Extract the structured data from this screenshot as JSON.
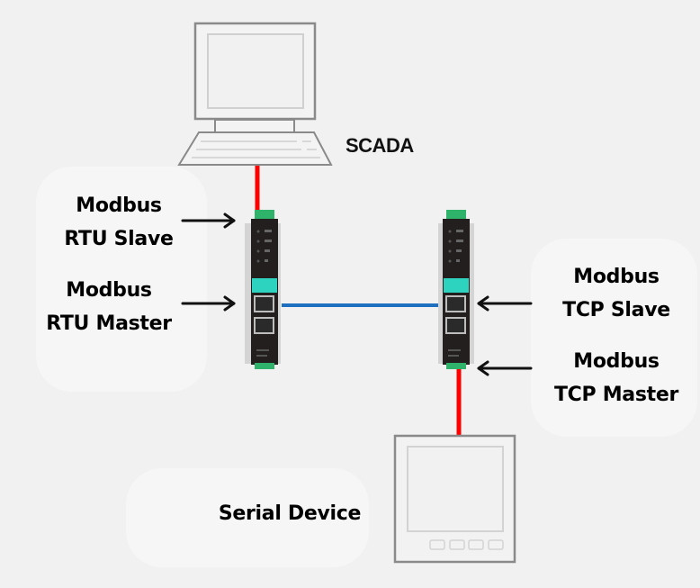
{
  "nodes": {
    "scada": {
      "label": "SCADA"
    },
    "serial_device": {
      "label": "Serial Device"
    }
  },
  "labels": {
    "rtu_slave": {
      "line1": "Modbus",
      "line2": "RTU Slave"
    },
    "rtu_master": {
      "line1": "Modbus",
      "line2": "RTU Master"
    },
    "tcp_slave": {
      "line1": "Modbus",
      "line2": "TCP Slave"
    },
    "tcp_master": {
      "line1": "Modbus",
      "line2": "TCP Master"
    }
  },
  "colors": {
    "serial_link": "#ff0000",
    "ethernet_link": "#1f6fc1",
    "gateway_body": "#231f1f",
    "gateway_accent": "#2ed3c0",
    "terminal_block": "#2fb36a"
  }
}
